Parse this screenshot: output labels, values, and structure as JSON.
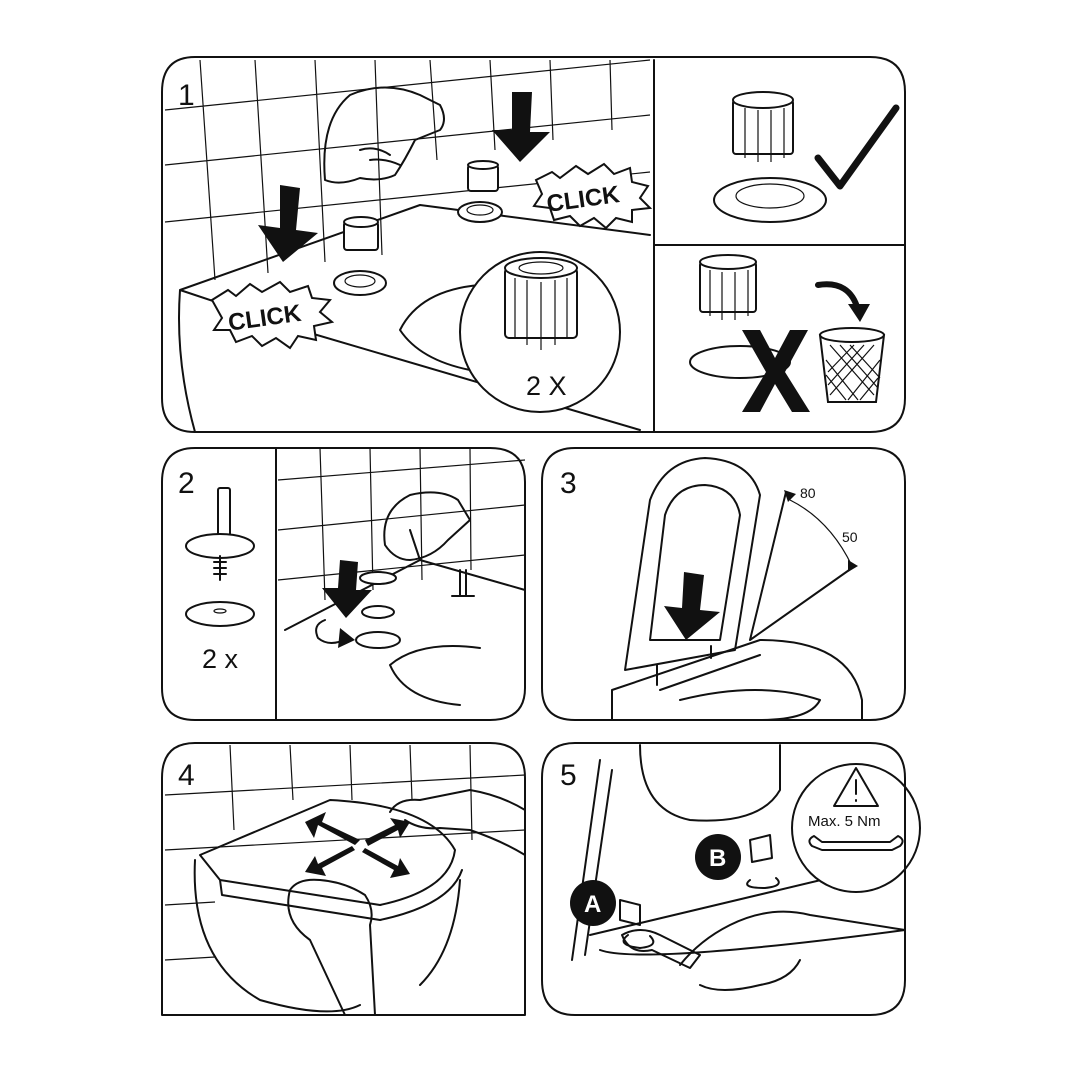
{
  "panels": [
    {
      "number": "1"
    },
    {
      "number": "2"
    },
    {
      "number": "3"
    },
    {
      "number": "4"
    },
    {
      "number": "5"
    }
  ],
  "step1": {
    "click_left": "CLICK",
    "click_right": "CLICK",
    "quantity": "2 X"
  },
  "step2": {
    "quantity": "2 x"
  },
  "step3": {
    "angle_max": "80",
    "angle_min": "50"
  },
  "step5": {
    "label_a": "A",
    "label_b": "B",
    "torque": "Max. 5 Nm"
  },
  "icons": [
    "check-icon",
    "cross-icon",
    "waste-bin-icon",
    "warning-triangle-icon",
    "wrench-icon",
    "arrow-down-icon",
    "rotate-icon",
    "move-arrows-icon"
  ]
}
